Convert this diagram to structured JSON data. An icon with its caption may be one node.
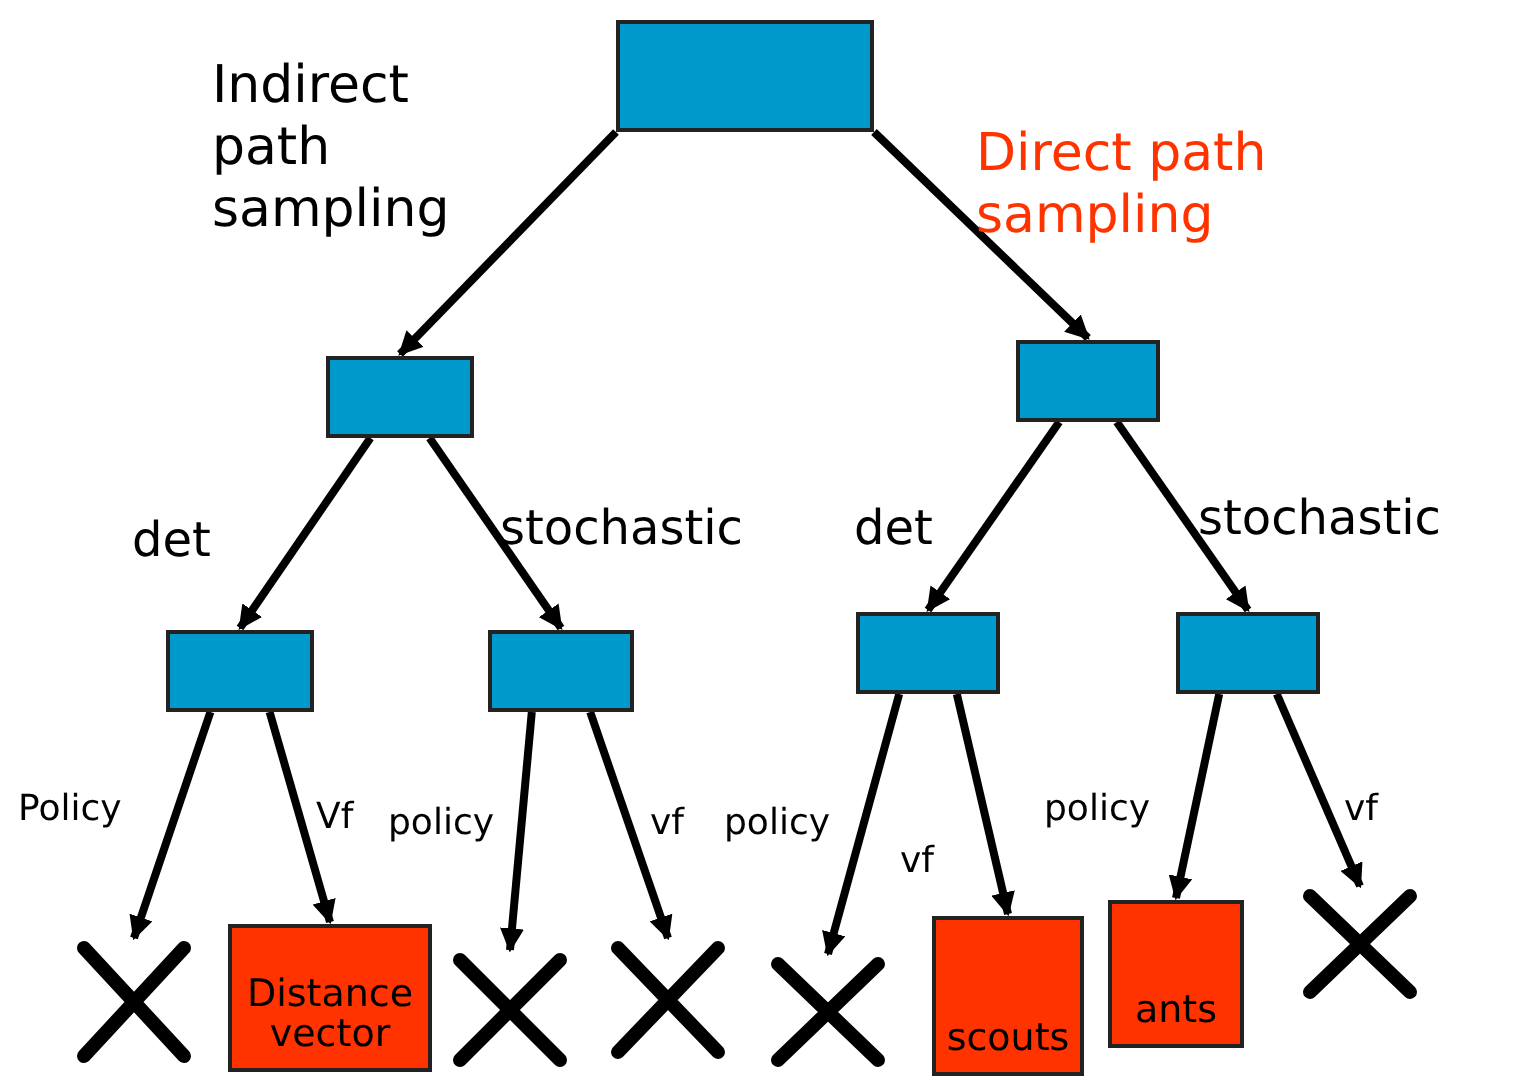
{
  "diagram": {
    "nodes": [
      {
        "text": [],
        "shape": "box"
      },
      {
        "text": [],
        "shape": "box"
      },
      {
        "text": [],
        "shape": "box"
      },
      {
        "text": [],
        "shape": "box"
      },
      {
        "text": [],
        "shape": "box"
      },
      {
        "text": [],
        "shape": "box"
      },
      {
        "text": [],
        "shape": "box"
      },
      {
        "text": [],
        "shape": "cross"
      },
      {
        "text": [
          "Distance vector"
        ]
      },
      {
        "text": [],
        "shape": "cross"
      },
      {
        "text": [],
        "shape": "cross"
      },
      {
        "text": [],
        "shape": "cross"
      },
      {
        "text": [
          "scouts"
        ]
      },
      {
        "text": [
          "ants"
        ]
      },
      {
        "text": [],
        "shape": "cross"
      }
    ],
    "edges": [
      {
        "from": 0,
        "to": 1,
        "arrow": "to",
        "label": "Indirect path sampling"
      },
      {
        "from": 0,
        "to": 2,
        "arrow": "to",
        "label": "Direct path sampling"
      },
      {
        "from": 1,
        "to": 3,
        "arrow": "to",
        "label": "det"
      },
      {
        "from": 1,
        "to": 4,
        "arrow": "to",
        "label": "stochastic"
      },
      {
        "from": 2,
        "to": 5,
        "arrow": "to",
        "label": "det"
      },
      {
        "from": 2,
        "to": 6,
        "arrow": "to",
        "label": "stochastic"
      },
      {
        "from": 3,
        "to": 7,
        "arrow": "to",
        "label": "Policy"
      },
      {
        "from": 3,
        "to": 8,
        "arrow": "to",
        "label": "Vf"
      },
      {
        "from": 4,
        "to": 9,
        "arrow": "to",
        "label": "policy"
      },
      {
        "from": 4,
        "to": 10,
        "arrow": "to",
        "label": "vf"
      },
      {
        "from": 5,
        "to": 11,
        "arrow": "to",
        "label": "policy"
      },
      {
        "from": 5,
        "to": 12,
        "arrow": "to",
        "label": "vf"
      },
      {
        "from": 6,
        "to": 13,
        "arrow": "to",
        "label": "policy"
      },
      {
        "from": 6,
        "to": 14,
        "arrow": "to",
        "label": "vf"
      }
    ]
  }
}
